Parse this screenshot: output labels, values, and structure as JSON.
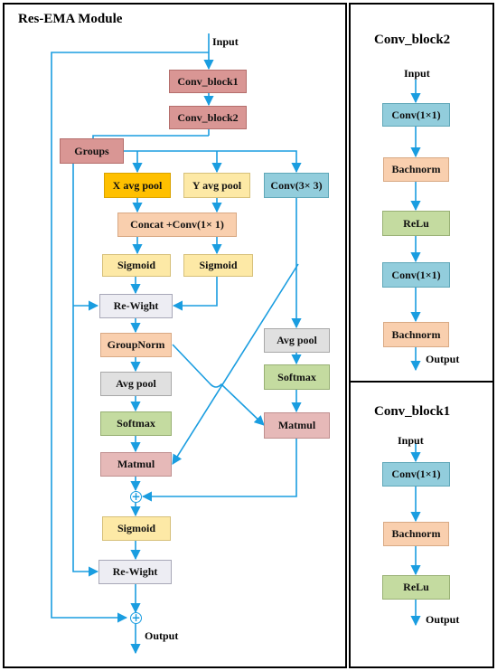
{
  "res_ema": {
    "title": "Res-EMA Module",
    "input_label": "Input",
    "output_label": "Output",
    "conv_block1": "Conv_block1",
    "conv_block2": "Conv_block2",
    "groups": "Groups",
    "x_avg_pool": "X avg pool",
    "y_avg_pool": "Y avg pool",
    "conv3x3": "Conv(3× 3)",
    "concat_conv": "Concat +Conv(1× 1)",
    "sigmoid_left": "Sigmoid",
    "sigmoid_right": "Sigmoid",
    "re_wight_top": "Re-Wight",
    "group_norm": "GroupNorm",
    "avg_pool_left": "Avg pool",
    "avg_pool_right": "Avg pool",
    "softmax_left": "Softmax",
    "softmax_right": "Softmax",
    "matmul_left": "Matmul",
    "matmul_right": "Matmul",
    "sigmoid_bottom": "Sigmoid",
    "re_wight_bottom": "Re-Wight",
    "sum_symbol": "+"
  },
  "conv_block2_panel": {
    "title": "Conv_block2",
    "input_label": "Input",
    "output_label": "Output",
    "conv1": "Conv(1×1)",
    "bachnorm1": "Bachnorm",
    "relu": "ReLu",
    "conv2": "Conv(1×1)",
    "bachnorm2": "Bachnorm"
  },
  "conv_block1_panel": {
    "title": "Conv_block1",
    "input_label": "Input",
    "output_label": "Output",
    "conv1": "Conv(1×1)",
    "bachnorm": "Bachnorm",
    "relu": "ReLu"
  },
  "colors": {
    "arrow": "#1a9de0",
    "conv_block": "#d99694",
    "x_avg_pool": "#ffc000",
    "sigmoid": "#fde9a6",
    "concat_groupnorm_bachnorm": "#f9cfae",
    "avg_pool": "#e0e0e0",
    "softmax_relu": "#c4dba0",
    "matmul": "#e6b9b8",
    "conv_1x1": "#92cddc"
  }
}
